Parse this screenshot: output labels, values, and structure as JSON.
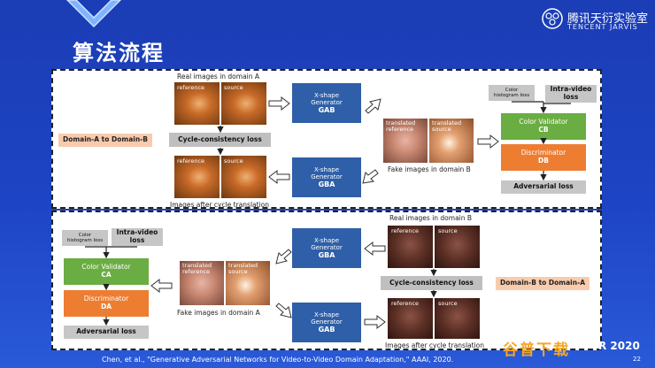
{
  "title": "算法流程",
  "logo": {
    "text_cn": "腾讯天衍实验室",
    "text_en": "TENCENT JARVIS"
  },
  "top_panel": {
    "real_label": "Real images in domain A",
    "img_left_label": "reference",
    "img_right_label": "source",
    "generator_ab": {
      "name": "X-shape\nGenerator",
      "symbol": "GAB"
    },
    "generator_ba": {
      "name": "X-shape\nGenerator",
      "symbol": "GBA"
    },
    "cycle_loss": "Cycle-consistency loss",
    "domain_tag": "Domain-A to Domain-B",
    "fake_translated_ref": "translated\nreference",
    "fake_translated_src": "translated\nsource",
    "fake_label": "Fake images in domain B",
    "after_cycle_label": "Images after cycle translation",
    "color_hist": "Color\nhistogram loss",
    "intra_video": "Intra-video\nloss",
    "color_validator": {
      "name": "Color Validator",
      "symbol": "CB"
    },
    "discriminator": {
      "name": "Discriminator",
      "symbol": "DB"
    },
    "adversarial": "Adversarial loss"
  },
  "bottom_panel": {
    "real_label": "Real images in domain B",
    "img_left_label": "reference",
    "img_right_label": "source",
    "generator_ba": {
      "name": "X-shape\nGenerator",
      "symbol": "GBA"
    },
    "generator_ab": {
      "name": "X-shape\nGenerator",
      "symbol": "GAB"
    },
    "cycle_loss": "Cycle-consistency loss",
    "domain_tag": "Domain-B to Domain-A",
    "fake_translated_ref": "translated\nreference",
    "fake_translated_src": "translated\nsource",
    "fake_label": "Fake images in domain A",
    "after_cycle_label": "Images after cycle translation",
    "color_hist": "Color\nhistogram loss",
    "intra_video": "Intra-video\nloss",
    "color_validator": {
      "name": "Color Validator",
      "symbol": "CA"
    },
    "discriminator": {
      "name": "Discriminator",
      "symbol": "DA"
    },
    "adversarial": "Adversarial loss"
  },
  "footer": "Chen, et al.,   \"Generative Adversarial Networks for Video-to-Video Domain Adaptation,\"    AAAI, 2020.",
  "conference": "R 2020",
  "watermark": "谷普下载",
  "page_number": "22",
  "colors": {
    "background": "#1d44c4",
    "generator": "#2e5fa8",
    "validator": "#6aad42",
    "discriminator": "#ed7d31",
    "loss_box": "#bfbfbf",
    "domain_tag": "#f8cbad"
  }
}
